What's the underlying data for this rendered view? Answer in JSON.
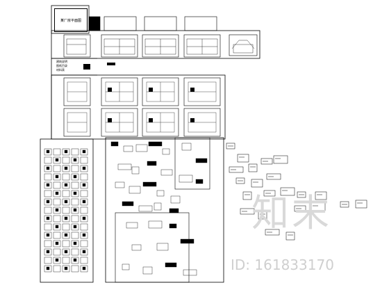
{
  "drawing": {
    "title_text": "某厂房平面图",
    "note_lines": [
      "建筑说明",
      "图纸目录",
      "材料表"
    ],
    "ink": "#000000"
  },
  "watermark": {
    "brand": "知末",
    "id_text": "ID: 161833170",
    "color": "#cfcfcf"
  }
}
